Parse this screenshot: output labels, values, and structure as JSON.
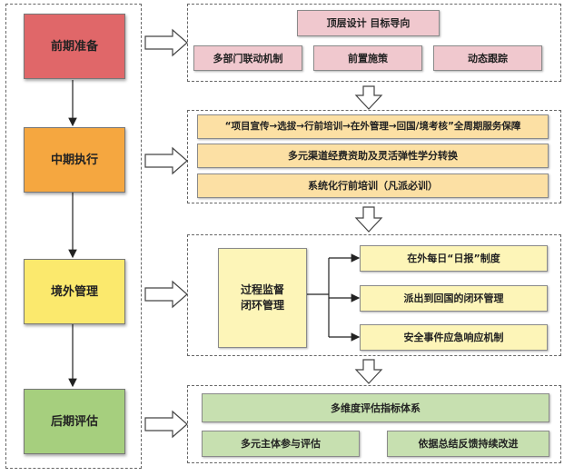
{
  "colors": {
    "phase1": "#e06769",
    "phase2": "#f5a740",
    "phase3": "#fbe96d",
    "phase4": "#a6cf7e",
    "pink_box": "#f0c8ce",
    "orange_box": "#fce0a4",
    "yellow_box": "#fdf5b8",
    "green_box": "#c7e0b0"
  },
  "phases": [
    {
      "label": "前期准备"
    },
    {
      "label": "中期执行"
    },
    {
      "label": "境外管理"
    },
    {
      "label": "后期评估"
    }
  ],
  "prep": {
    "top": "顶层设计 目标导向",
    "items": [
      "多部门联动机制",
      "前置施策",
      "动态跟踪"
    ]
  },
  "exec": {
    "items": [
      "“项目宣传→选拔→行前培训→在外管理→回国/境考核”全周期服务保障",
      "多元渠道经费资助及灵活弹性学分转换",
      "系统化行前培训（凡派必训）"
    ]
  },
  "overseas": {
    "process": "过程监督\n闭环管理",
    "items": [
      "在外每日“日报”制度",
      "派出到回国的闭环管理",
      "安全事件应急响应机制"
    ]
  },
  "eval": {
    "top": "多维度评估指标体系",
    "items": [
      "多元主体参与评估",
      "依据总结反馈持续改进"
    ]
  }
}
